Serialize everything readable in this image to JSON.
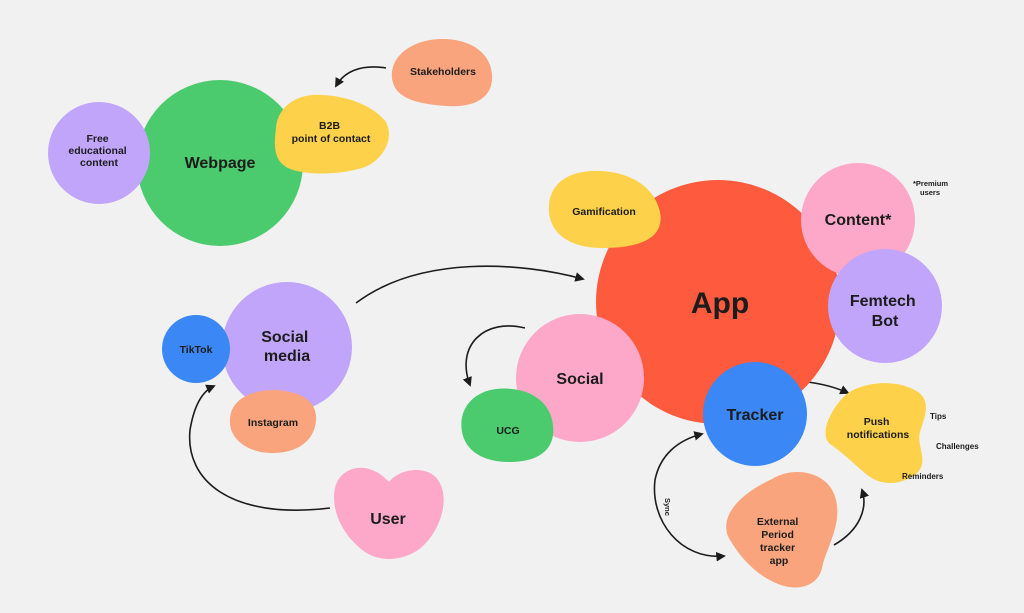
{
  "colors": {
    "background": "#f1f1f1",
    "green": "#4cca6e",
    "purple": "#c1a5fb",
    "yellow": "#fdd14a",
    "salmon": "#f9a47d",
    "red": "#fe5b3e",
    "pink": "#fda8c8",
    "blue": "#3a87f5",
    "ink": "#1c1c1c"
  },
  "webpage": {
    "title": "Webpage",
    "free_content": [
      "Free",
      "educational",
      "content"
    ],
    "b2b": [
      "B2B",
      "point of contact"
    ],
    "stakeholders": "Stakeholders"
  },
  "social_media": {
    "title": [
      "Social",
      "media"
    ],
    "tiktok": "TikTok",
    "instagram": "Instagram"
  },
  "user": "User",
  "app": {
    "title": "App",
    "gamification": "Gamification",
    "content": "Content*",
    "premium_note": [
      "*Premium",
      "users"
    ],
    "femtech": [
      "Femtech",
      "Bot"
    ],
    "social": "Social",
    "ucg": "UCG",
    "tracker": "Tracker",
    "push": [
      "Push",
      "notifications"
    ],
    "push_items": [
      "Tips",
      "Challenges",
      "Reminders"
    ],
    "external": [
      "External",
      "Period",
      "tracker",
      "app"
    ],
    "sync": "Sync"
  }
}
